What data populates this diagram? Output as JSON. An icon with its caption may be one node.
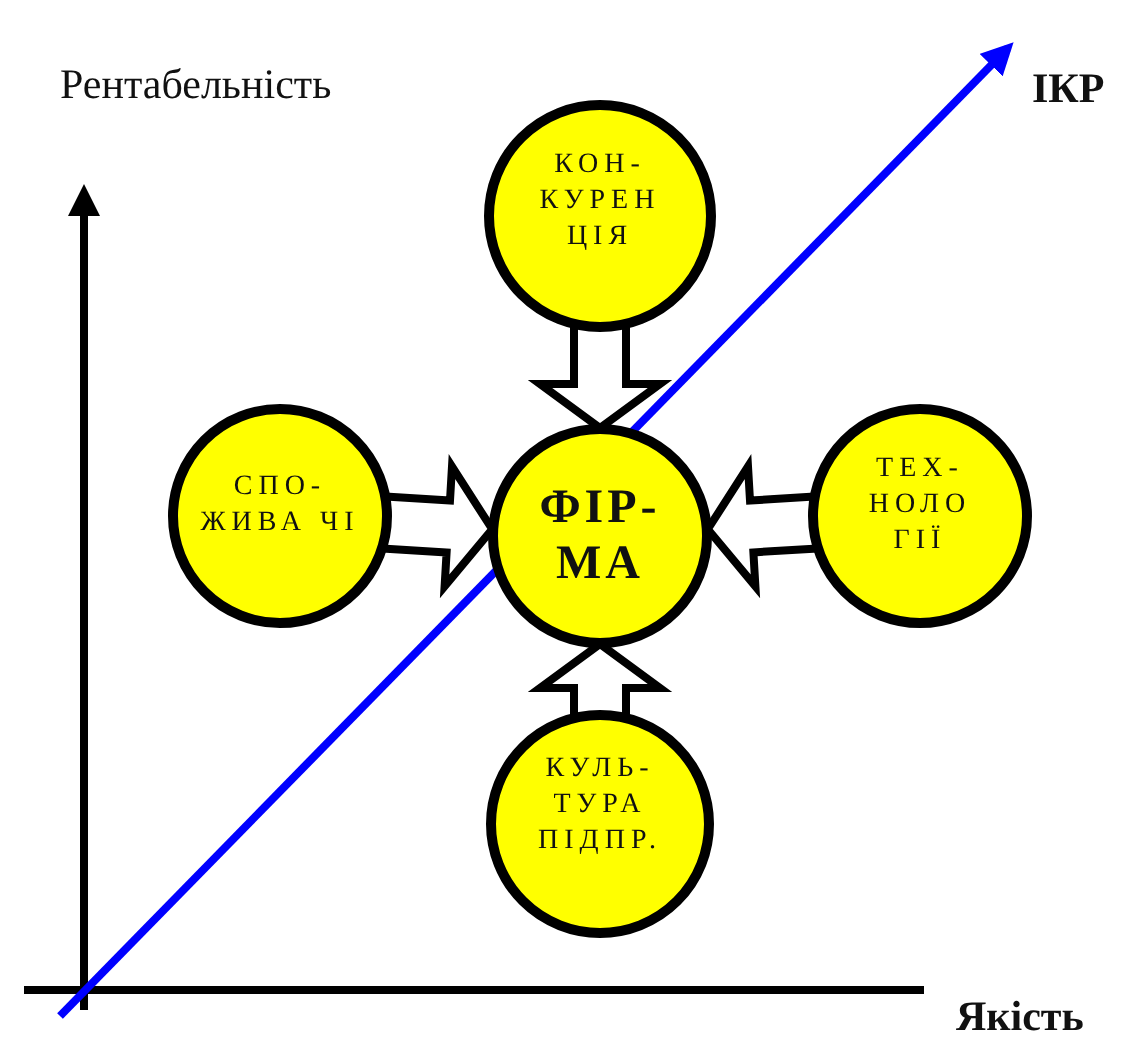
{
  "diagram": {
    "nodes": [
      {
        "text": [
          "КОН- КУРЕН ЦІЯ"
        ]
      },
      {
        "text": [
          "СПО- ЖИВА ЧІ"
        ]
      },
      {
        "text": [
          "ФІР- МА"
        ]
      },
      {
        "text": [
          "ТЕХ- НОЛО ГІЇ"
        ]
      },
      {
        "text": [
          "КУЛЬ- ТУРА ПІДПР."
        ]
      }
    ],
    "edges": [
      {
        "from": 0,
        "to": 2,
        "arrow": "to"
      },
      {
        "from": 1,
        "to": 2,
        "arrow": "to"
      },
      {
        "from": 3,
        "to": 2,
        "arrow": "to"
      },
      {
        "from": 4,
        "to": 2,
        "arrow": "to"
      }
    ],
    "labels": [
      "Рентабельність",
      "ІКР",
      "Якість"
    ]
  }
}
